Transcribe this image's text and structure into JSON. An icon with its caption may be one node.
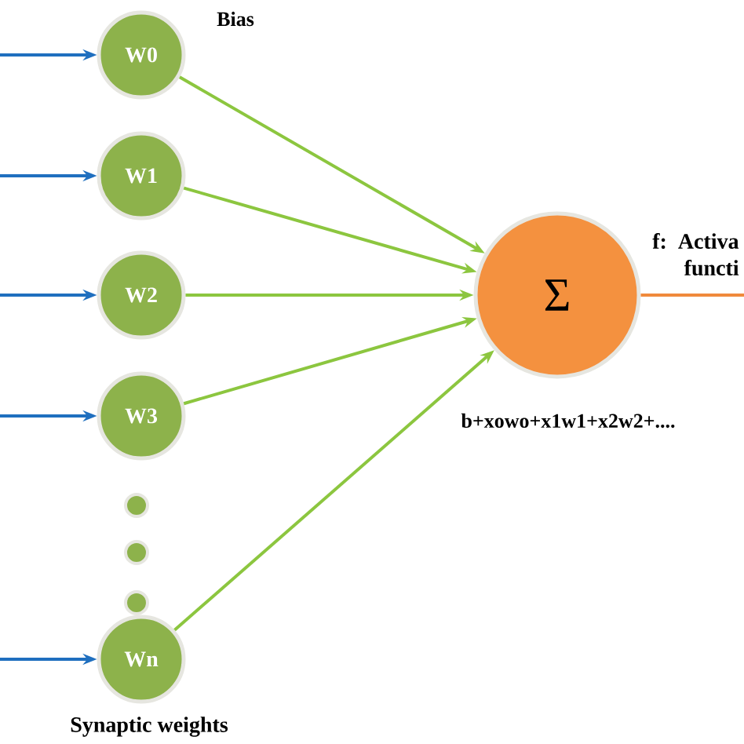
{
  "diagram": {
    "nodes": [
      {
        "text": [
          "W0"
        ],
        "beside": [
          "Bias"
        ]
      },
      {
        "text": [
          "W1"
        ]
      },
      {
        "text": [
          "W2"
        ]
      },
      {
        "text": [
          "W3"
        ]
      },
      {
        "text": [],
        "shape": "circle"
      },
      {
        "text": [],
        "shape": "circle"
      },
      {
        "text": [],
        "shape": "circle"
      },
      {
        "text": [
          "Wn"
        ]
      },
      {
        "text": [
          "Σ"
        ],
        "beside": [
          "b+xowo+x1w1+x2w2+...."
        ]
      }
    ],
    "edges": [
      {
        "from": null,
        "to": 0,
        "arrow": "to",
        "color": "#1f6fbf"
      },
      {
        "from": null,
        "to": 1,
        "arrow": "to",
        "color": "#1f6fbf"
      },
      {
        "from": null,
        "to": 2,
        "arrow": "to",
        "color": "#1f6fbf"
      },
      {
        "from": null,
        "to": 3,
        "arrow": "to",
        "color": "#1f6fbf"
      },
      {
        "from": null,
        "to": 7,
        "arrow": "to",
        "color": "#1f6fbf"
      },
      {
        "from": 0,
        "to": 8,
        "arrow": "to",
        "color": "#8cc63f"
      },
      {
        "from": 1,
        "to": 8,
        "arrow": "to",
        "color": "#8cc63f"
      },
      {
        "from": 2,
        "to": 8,
        "arrow": "to",
        "color": "#8cc63f"
      },
      {
        "from": 3,
        "to": 8,
        "arrow": "to",
        "color": "#8cc63f"
      },
      {
        "from": 7,
        "to": 8,
        "arrow": "to",
        "color": "#8cc63f"
      },
      {
        "from": 8,
        "to": null,
        "arrow": "none",
        "label": "f: Activa functi",
        "color": "#f08a3c"
      }
    ],
    "labels": [
      "Synaptic weights"
    ]
  }
}
